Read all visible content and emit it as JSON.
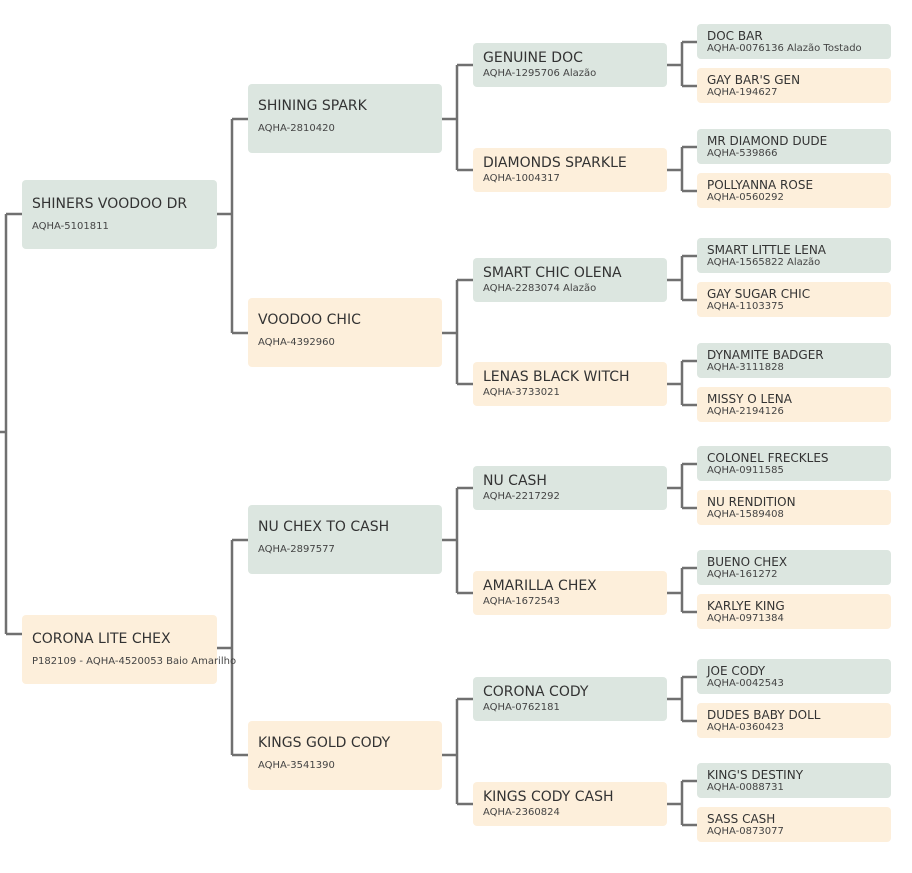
{
  "pedigree": {
    "sire": {
      "name": "SHINERS VOODOO DR",
      "reg": "AQHA-5101811",
      "sire": {
        "name": "SHINING SPARK",
        "reg": "AQHA-2810420",
        "sire": {
          "name": "GENUINE DOC",
          "reg": "AQHA-1295706 Alazão",
          "sire": {
            "name": "DOC BAR",
            "reg": "AQHA-0076136 Alazão Tostado"
          },
          "dam": {
            "name": "GAY BAR'S GEN",
            "reg": "AQHA-194627"
          }
        },
        "dam": {
          "name": "DIAMONDS SPARKLE",
          "reg": "AQHA-1004317",
          "sire": {
            "name": "MR DIAMOND DUDE",
            "reg": "AQHA-539866"
          },
          "dam": {
            "name": "POLLYANNA ROSE",
            "reg": "AQHA-0560292"
          }
        }
      },
      "dam": {
        "name": "VOODOO CHIC",
        "reg": "AQHA-4392960",
        "sire": {
          "name": "SMART CHIC OLENA",
          "reg": "AQHA-2283074 Alazão",
          "sire": {
            "name": "SMART LITTLE LENA",
            "reg": "AQHA-1565822 Alazão"
          },
          "dam": {
            "name": "GAY SUGAR CHIC",
            "reg": "AQHA-1103375"
          }
        },
        "dam": {
          "name": "LENAS BLACK WITCH",
          "reg": "AQHA-3733021",
          "sire": {
            "name": "DYNAMITE BADGER",
            "reg": "AQHA-3111828"
          },
          "dam": {
            "name": "MISSY O LENA",
            "reg": "AQHA-2194126"
          }
        }
      }
    },
    "dam": {
      "name": "CORONA LITE CHEX",
      "reg": "P182109 - AQHA-4520053 Baio Amarilho",
      "sire": {
        "name": "NU CHEX TO CASH",
        "reg": "AQHA-2897577",
        "sire": {
          "name": "NU CASH",
          "reg": "AQHA-2217292",
          "sire": {
            "name": "COLONEL FRECKLES",
            "reg": "AQHA-0911585"
          },
          "dam": {
            "name": "NU RENDITION",
            "reg": "AQHA-1589408"
          }
        },
        "dam": {
          "name": "AMARILLA CHEX",
          "reg": "AQHA-1672543",
          "sire": {
            "name": "BUENO CHEX",
            "reg": "AQHA-161272"
          },
          "dam": {
            "name": "KARLYE KING",
            "reg": "AQHA-0971384"
          }
        }
      },
      "dam": {
        "name": "KINGS GOLD CODY",
        "reg": "AQHA-3541390",
        "sire": {
          "name": "CORONA CODY",
          "reg": "AQHA-0762181",
          "sire": {
            "name": "JOE CODY",
            "reg": "AQHA-0042543"
          },
          "dam": {
            "name": "DUDES BABY DOLL",
            "reg": "AQHA-0360423"
          }
        },
        "dam": {
          "name": "KINGS CODY CASH",
          "reg": "AQHA-2360824",
          "sire": {
            "name": "KING'S DESTINY",
            "reg": "AQHA-0088731"
          },
          "dam": {
            "name": "SASS CASH",
            "reg": "AQHA-0873077"
          }
        }
      }
    }
  },
  "colors": {
    "sire_box": "#dce6e0",
    "dam_box": "#fdefdb",
    "connector": "#707070"
  }
}
